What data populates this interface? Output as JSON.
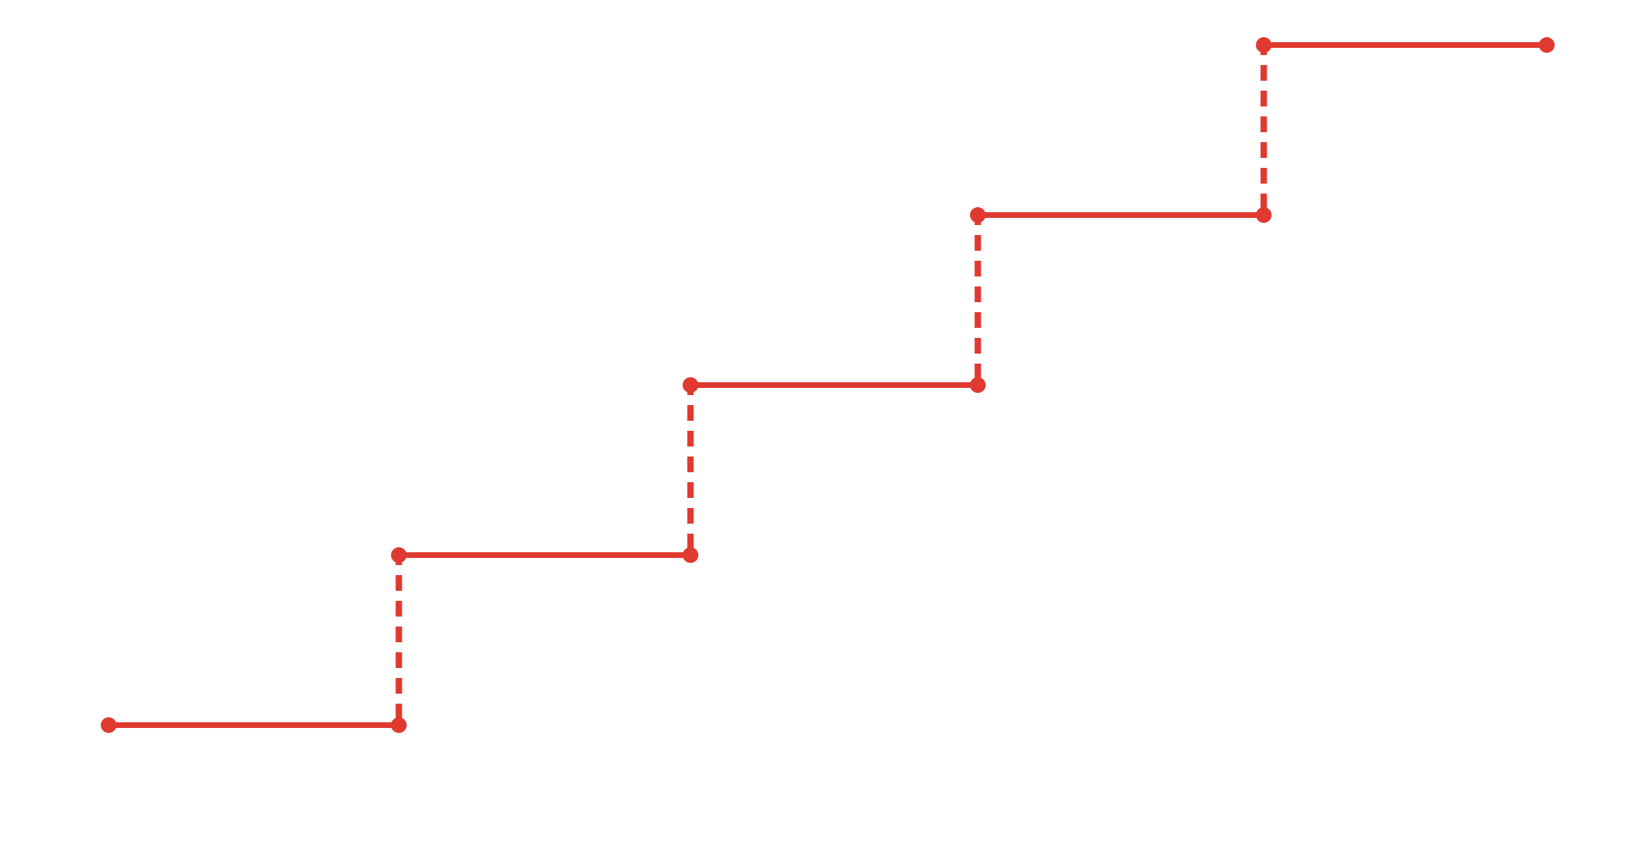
{
  "chart_data": {
    "type": "line",
    "step": true,
    "grid": false,
    "axes_visible": false,
    "color": "#e03a30",
    "series": [
      {
        "steps": [
          {
            "x_start": 0,
            "x_end": 1,
            "y": 0
          },
          {
            "x_start": 1,
            "x_end": 2,
            "y": 1
          },
          {
            "x_start": 2,
            "x_end": 3,
            "y": 2
          },
          {
            "x_start": 3,
            "x_end": 4,
            "y": 3
          },
          {
            "x_start": 4,
            "x_end": 5,
            "y": 4
          }
        ]
      }
    ]
  }
}
